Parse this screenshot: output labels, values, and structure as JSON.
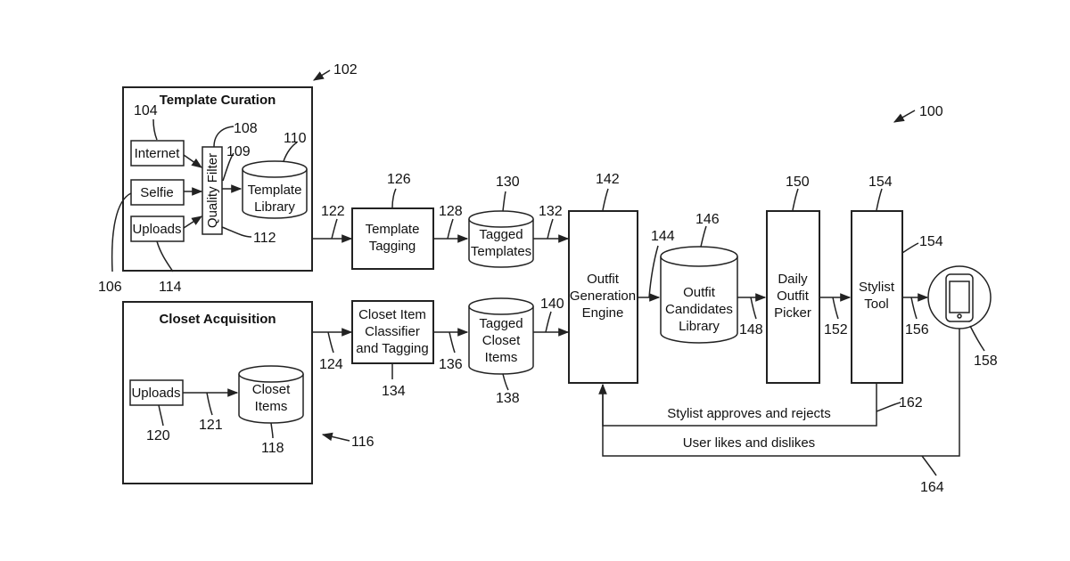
{
  "template_curation": {
    "title": "Template Curation",
    "ref": "102",
    "internet": "Internet",
    "internet_ref": "104",
    "selfie": "Selfie",
    "selfie_ref": "106",
    "uploads": "Uploads",
    "uploads_ref": "114",
    "quality_filter": "Quality Filter",
    "quality_filter_ref": "108",
    "quality_filter_ref2": "112",
    "filter_out_ref": "109",
    "library_line1": "Template",
    "library_line2": "Library",
    "library_ref": "110"
  },
  "closet_acquisition": {
    "title": "Closet Acquisition",
    "ref": "116",
    "uploads": "Uploads",
    "uploads_ref": "120",
    "arrow_ref": "121",
    "items_line1": "Closet",
    "items_line2": "Items",
    "items_ref": "118"
  },
  "system_ref": "100",
  "template_tagging": {
    "line1": "Template",
    "line2": "Tagging",
    "ref": "126",
    "in_ref": "122",
    "out_ref": "128"
  },
  "tagged_templates": {
    "line1": "Tagged",
    "line2": "Templates",
    "ref": "130",
    "out_ref": "132"
  },
  "closet_classifier": {
    "line1": "Closet Item",
    "line2": "Classifier",
    "line3": "and Tagging",
    "ref": "134",
    "in_ref": "124",
    "out_ref": "136"
  },
  "tagged_closet": {
    "line1": "Tagged",
    "line2": "Closet",
    "line3": "Items",
    "ref": "138",
    "out_ref": "140"
  },
  "outfit_engine": {
    "line1": "Outfit",
    "line2": "Generation",
    "line3": "Engine",
    "ref": "142",
    "out_ref": "144"
  },
  "outfit_candidates": {
    "line1": "Outfit",
    "line2": "Candidates",
    "line3": "Library",
    "ref": "146",
    "out_ref": "148"
  },
  "daily_picker": {
    "line1": "Daily",
    "line2": "Outfit",
    "line3": "Picker",
    "ref": "150",
    "out_ref": "152"
  },
  "stylist_tool": {
    "line1": "Stylist",
    "line2": "Tool",
    "ref": "154",
    "ref2": "154",
    "out_ref": "156"
  },
  "phone": {
    "ref": "158"
  },
  "feedback": {
    "stylist": "Stylist approves and rejects",
    "stylist_ref": "162",
    "user": "User likes and dislikes",
    "user_ref": "164"
  }
}
